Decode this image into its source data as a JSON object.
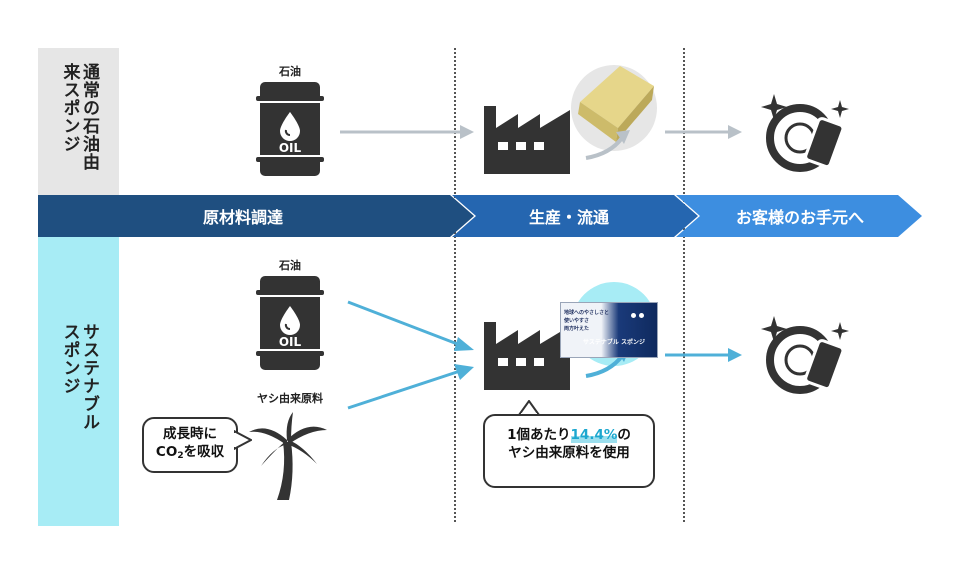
{
  "rows": {
    "conventional": "通常の石油由来スポンジ",
    "sustainable": "サステナブルスポンジ"
  },
  "stages": [
    "原材料調達",
    "生産・流通",
    "お客様のお手元へ"
  ],
  "labels": {
    "oil_top": "石油",
    "oil_bottom": "石油",
    "drum_text": "OIL",
    "coconut": "ヤシ由来原料"
  },
  "bubbles": {
    "co2_prefix": "成長時に",
    "co2_main": "CO",
    "co2_sub": "2",
    "co2_suffix": "を吸収",
    "ratio_prefix": "1個あたり",
    "ratio_value": "14.4%",
    "ratio_suffix": "の",
    "ratio_line2": "ヤシ由来原料を使用"
  },
  "product_package": {
    "lines": [
      "地球へのやさしさと",
      "使いやすさ",
      "両方叶えた"
    ],
    "name": "サステナブル スポンジ"
  },
  "colors": {
    "stage1": "#1f4f80",
    "stage2": "#2566b0",
    "stage3": "#3d8ee0",
    "conventional_bg": "#e6e6e6",
    "sustainable_bg": "#a7ecf5",
    "gray_arrow": "#b9c1c8",
    "blue_arrow": "#4fb0d8",
    "icon": "#333333"
  },
  "icons": [
    "oil-drum-icon",
    "factory-icon",
    "sparkle-dish-icon",
    "palm-tree-icon",
    "sponge-icon",
    "package-icon"
  ]
}
